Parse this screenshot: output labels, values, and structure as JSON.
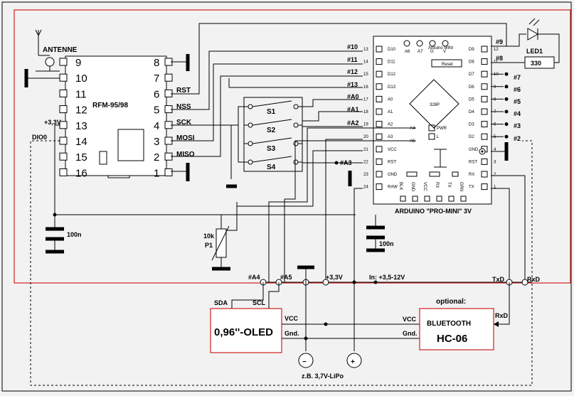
{
  "rfm": {
    "title": "RFM-95/98",
    "left_pins": [
      "9",
      "10",
      "11",
      "12",
      "13",
      "14",
      "15",
      "16"
    ],
    "right_pins": [
      "8",
      "7",
      "6",
      "5",
      "4",
      "3",
      "2",
      "1"
    ],
    "signals": [
      "RST",
      "NSS",
      "SCK",
      "MOSI",
      "MISO"
    ],
    "antenna": "ANTENNE",
    "supply": "+3,3V",
    "dio": "DIO0"
  },
  "switches": [
    "S1",
    "S2",
    "S3",
    "S4"
  ],
  "arduino": {
    "title": "ARDUINO \"PRO-MINI\" 3V",
    "chip": "328P",
    "reset": "Reset",
    "label_small": "Arduino MINI",
    "pwr": "PWR",
    "led_l": "L",
    "left_pins": [
      "D10",
      "D11",
      "D12",
      "D13",
      "A0",
      "A1",
      "A2",
      "A3",
      "VCC",
      "RST",
      "GND",
      "RAW"
    ],
    "left_nums": [
      "13",
      "14",
      "15",
      "16",
      "17",
      "18",
      "19",
      "20",
      "21",
      "22",
      "23",
      "24"
    ],
    "right_pins": [
      "D9",
      "D8",
      "D7",
      "D6",
      "D5",
      "D4",
      "D3",
      "D2",
      "GND",
      "RST",
      "RX",
      "TX"
    ],
    "right_nums": [
      "12",
      "11",
      "10",
      "9",
      "8",
      "7",
      "6",
      "5",
      "4",
      "3",
      "2",
      "1"
    ],
    "mid_left": [
      "A4",
      "A5"
    ],
    "top_pins": [
      "A6",
      "A7",
      "G",
      "V"
    ],
    "bottom_pins": [
      "BLK",
      "GND",
      "VCC",
      "RX",
      "TX",
      "GRN"
    ],
    "side_tags": [
      "#10",
      "#11",
      "#12",
      "#13",
      "#A0",
      "#A1",
      "#A2",
      "#A3"
    ],
    "right_tags": [
      "#9",
      "#8",
      "#7",
      "#6",
      "#5",
      "#4",
      "#3",
      "#2"
    ]
  },
  "led": {
    "name": "LED1",
    "resistor": "330"
  },
  "pot": {
    "value": "10k",
    "name": "P1"
  },
  "caps": [
    "100n",
    "100n"
  ],
  "bottom_tags": {
    "a4": "#A4",
    "a5": "#A5",
    "v33": "+3,3V",
    "vin": "In: +3,5-12V",
    "txd": "TxD",
    "rxd": "RxD"
  },
  "oled": {
    "title": "0,96''-OLED",
    "sda": "SDA",
    "scl": "SCL",
    "vcc": "VCC",
    "gnd": "Gnd."
  },
  "bt": {
    "optional": "optional:",
    "title1": "BLUETOOTH",
    "title2": "HC-06",
    "vcc": "VCC",
    "gnd": "Gnd.",
    "rxd": "RxD"
  },
  "battery": {
    "minus": "−",
    "plus": "+",
    "label": "z.B. 3,7V-LiPo"
  },
  "colors": {
    "frame": "#d02020",
    "bg": "#f2f2f2"
  }
}
